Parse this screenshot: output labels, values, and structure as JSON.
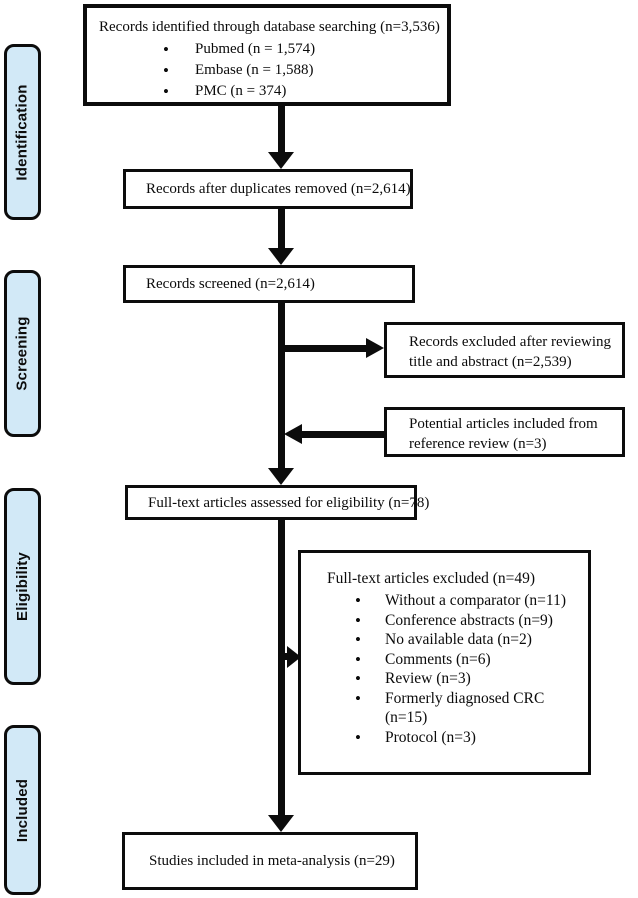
{
  "stages": [
    {
      "label": "Identification"
    },
    {
      "label": "Screening"
    },
    {
      "label": "Eligibility"
    },
    {
      "label": "Included"
    }
  ],
  "boxes": {
    "identified": {
      "title": "Records identified through database searching (n=3,536)",
      "bullets": [
        "Pubmed (n = 1,574)",
        "Embase (n = 1,588)",
        "PMC (n = 374)"
      ]
    },
    "duplicates_removed": {
      "text": "Records after duplicates removed (n=2,614)"
    },
    "screened": {
      "text": "Records screened (n=2,614)"
    },
    "excluded_title_abstract": {
      "text": "Records excluded after reviewing title and abstract (n=2,539)"
    },
    "reference_review": {
      "text": "Potential articles included from reference review (n=3)"
    },
    "fulltext_assessed": {
      "text": "Full-text articles assessed for eligibility (n=78)"
    },
    "fulltext_excluded": {
      "title": "Full-text articles excluded (n=49)",
      "bullets": [
        "Without a comparator (n=11)",
        "Conference abstracts (n=9)",
        "No available data (n=2)",
        "Comments (n=6)",
        "Review (n=3)",
        "Formerly diagnosed CRC (n=15)",
        "Protocol (n=3)"
      ]
    },
    "included_meta_analysis": {
      "text": "Studies included in meta-analysis (n=29)"
    }
  },
  "colors": {
    "stage_fill": "#d2e9f7",
    "line": "#0c0c0c",
    "background": "#ffffff"
  }
}
